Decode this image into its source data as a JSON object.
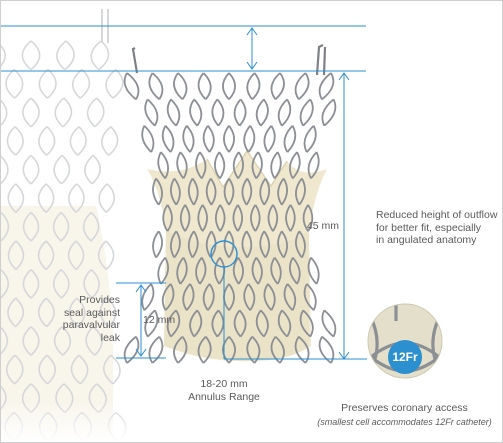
{
  "colors": {
    "dimension": "#2b8fd0",
    "metal": "#8c9095",
    "tissue": "#efe8cf",
    "text": "#58595b",
    "badge_fill": "#e9e5d4",
    "badge_text": "#ffffff"
  },
  "annotations": {
    "height_dimension": "45 mm",
    "outflow_note": [
      "Reduced height of outflow",
      "for better fit, especially",
      "in angulated anatomy"
    ],
    "seal_dimension": "12 mm",
    "seal_note": [
      "Provides",
      "seal against",
      "paravalvular",
      "leak"
    ],
    "annulus_note": [
      "18-20 mm",
      "Annulus Range"
    ],
    "cell_badge": "12Fr",
    "coronary_title": "Preserves coronary access",
    "coronary_subtitle": "(smallest cell accommodates 12Fr catheter)"
  }
}
